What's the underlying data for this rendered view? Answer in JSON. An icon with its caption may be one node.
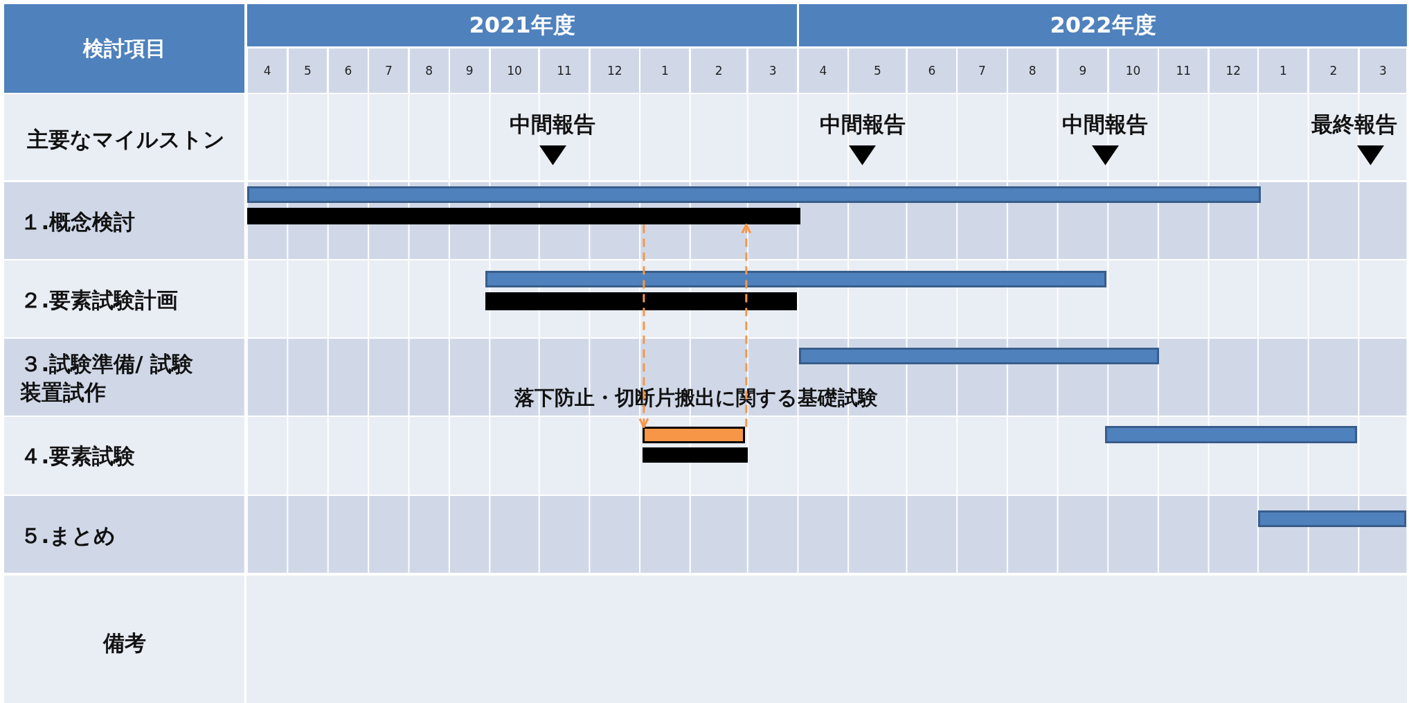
{
  "diagram": {
    "nodes": [
      {
        "text": [],
        "shape": "bar"
      },
      {
        "text": [],
        "shape": "bar"
      },
      {
        "text": [],
        "shape": "bar"
      },
      {
        "text": [],
        "shape": "bar"
      },
      {
        "text": [],
        "shape": "bar"
      },
      {
        "text": [],
        "shape": "bar",
        "beside": [
          "落下防止・切断片搬出に関する基礎試験"
        ]
      },
      {
        "text": [],
        "shape": "bar"
      },
      {
        "text": [],
        "shape": "bar"
      },
      {
        "text": [],
        "shape": "bar"
      }
    ],
    "edges": [
      {
        "from": 1,
        "to": 5,
        "arrow": "to",
        "style": "dashed",
        "color": "#f79646"
      },
      {
        "from": 5,
        "to": 1,
        "arrow": "to",
        "style": "dashed",
        "color": "#f79646"
      }
    ],
    "labels": [
      "検討項目",
      "2021年度",
      "2022年度",
      "4",
      "5",
      "6",
      "7",
      "8",
      "9",
      "10",
      "11",
      "12",
      "1",
      "2",
      "3",
      "4",
      "5",
      "6",
      "7",
      "8",
      "9",
      "10",
      "11",
      "12",
      "1",
      "2",
      "3",
      "主要なマイルストン",
      "中間報告",
      "中間報告",
      "中間報告",
      "最終報告",
      "１.概念検討",
      "２.要素試験計画",
      "３.試験準備/ 試験装置試作",
      "４.要素試験",
      "５.まとめ",
      "備考"
    ]
  }
}
